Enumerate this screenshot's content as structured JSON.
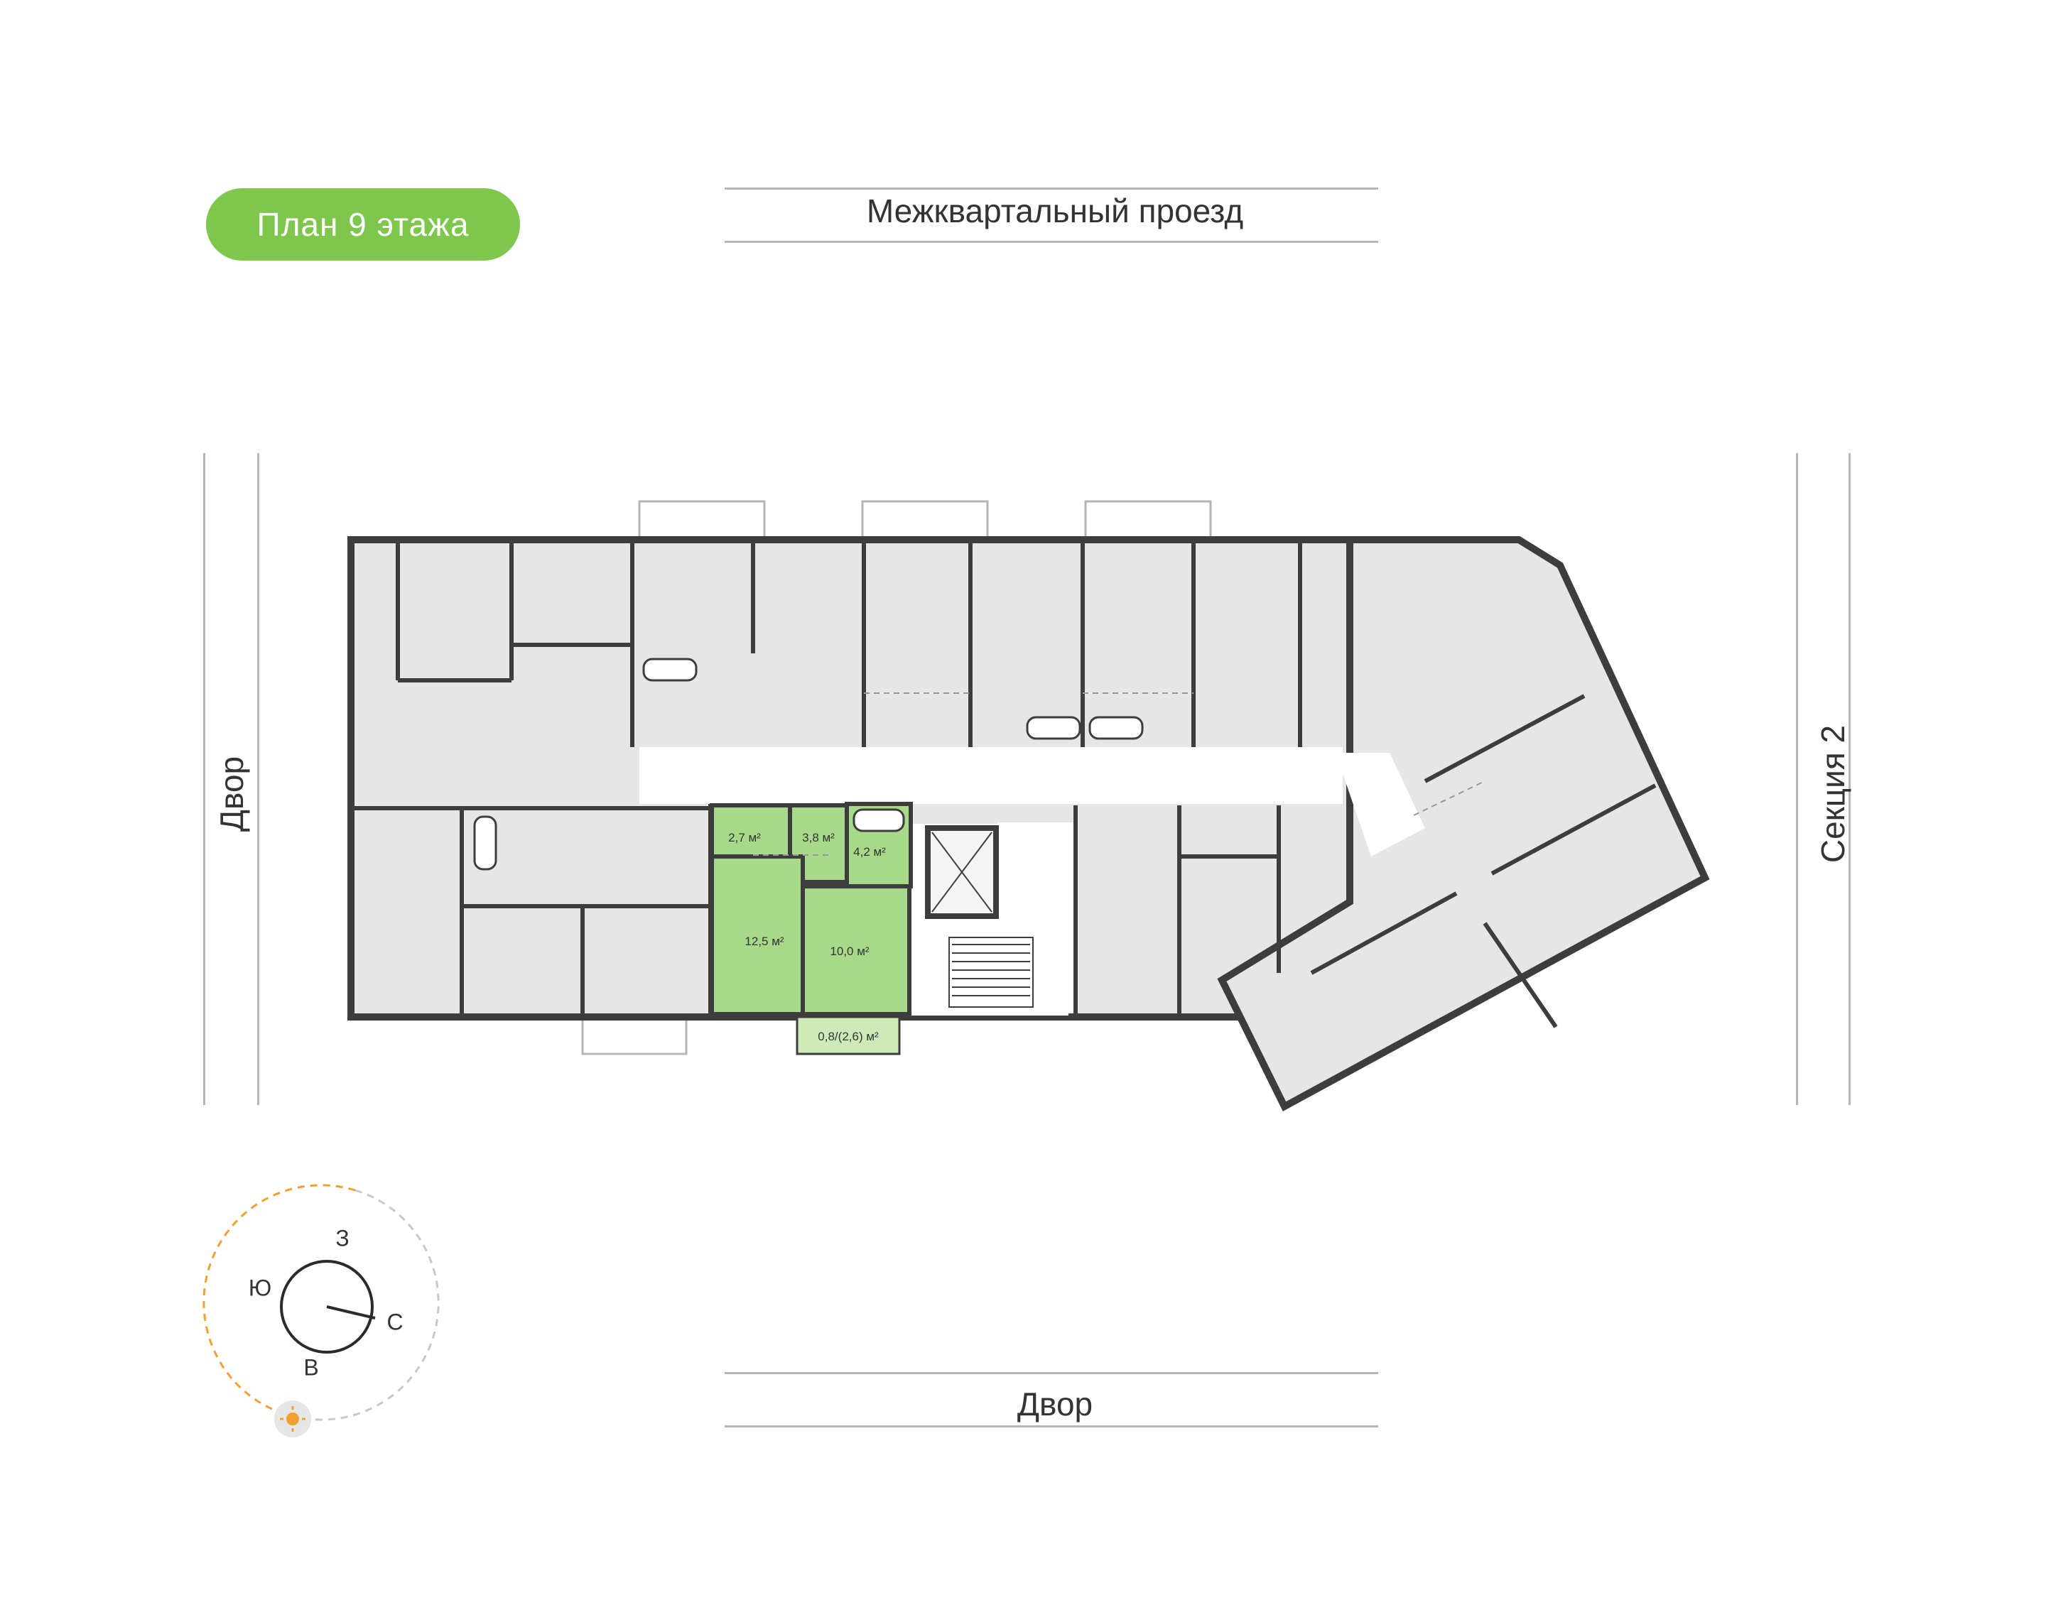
{
  "floor_badge": {
    "label": "План 9 этажа",
    "color": "#7fc64c"
  },
  "streets": {
    "top": "Межквартальный проезд",
    "bottom": "Двор",
    "left": "Двор",
    "right": "Секция 2"
  },
  "apartment_areas": {
    "hall": "2,7 м²",
    "corridor": "3,8 м²",
    "bathroom": "4,2 м²",
    "room": "12,5 м²",
    "kitchen": "10,0 м²",
    "balcony": "0,8/(2,6) м²"
  },
  "compass": {
    "north": "С",
    "south": "Ю",
    "west": "З",
    "east": "В"
  },
  "colors": {
    "highlight": "#a8d88a",
    "balcony_highlight": "#cfeab9",
    "room_fill": "#e6e6e6",
    "wall": "#3d3d3d",
    "sun_path": "#f0a030",
    "sun_path_night": "#c8c8c8"
  },
  "icons": [
    "sun-icon",
    "elevator-icon",
    "stairs-icon"
  ]
}
